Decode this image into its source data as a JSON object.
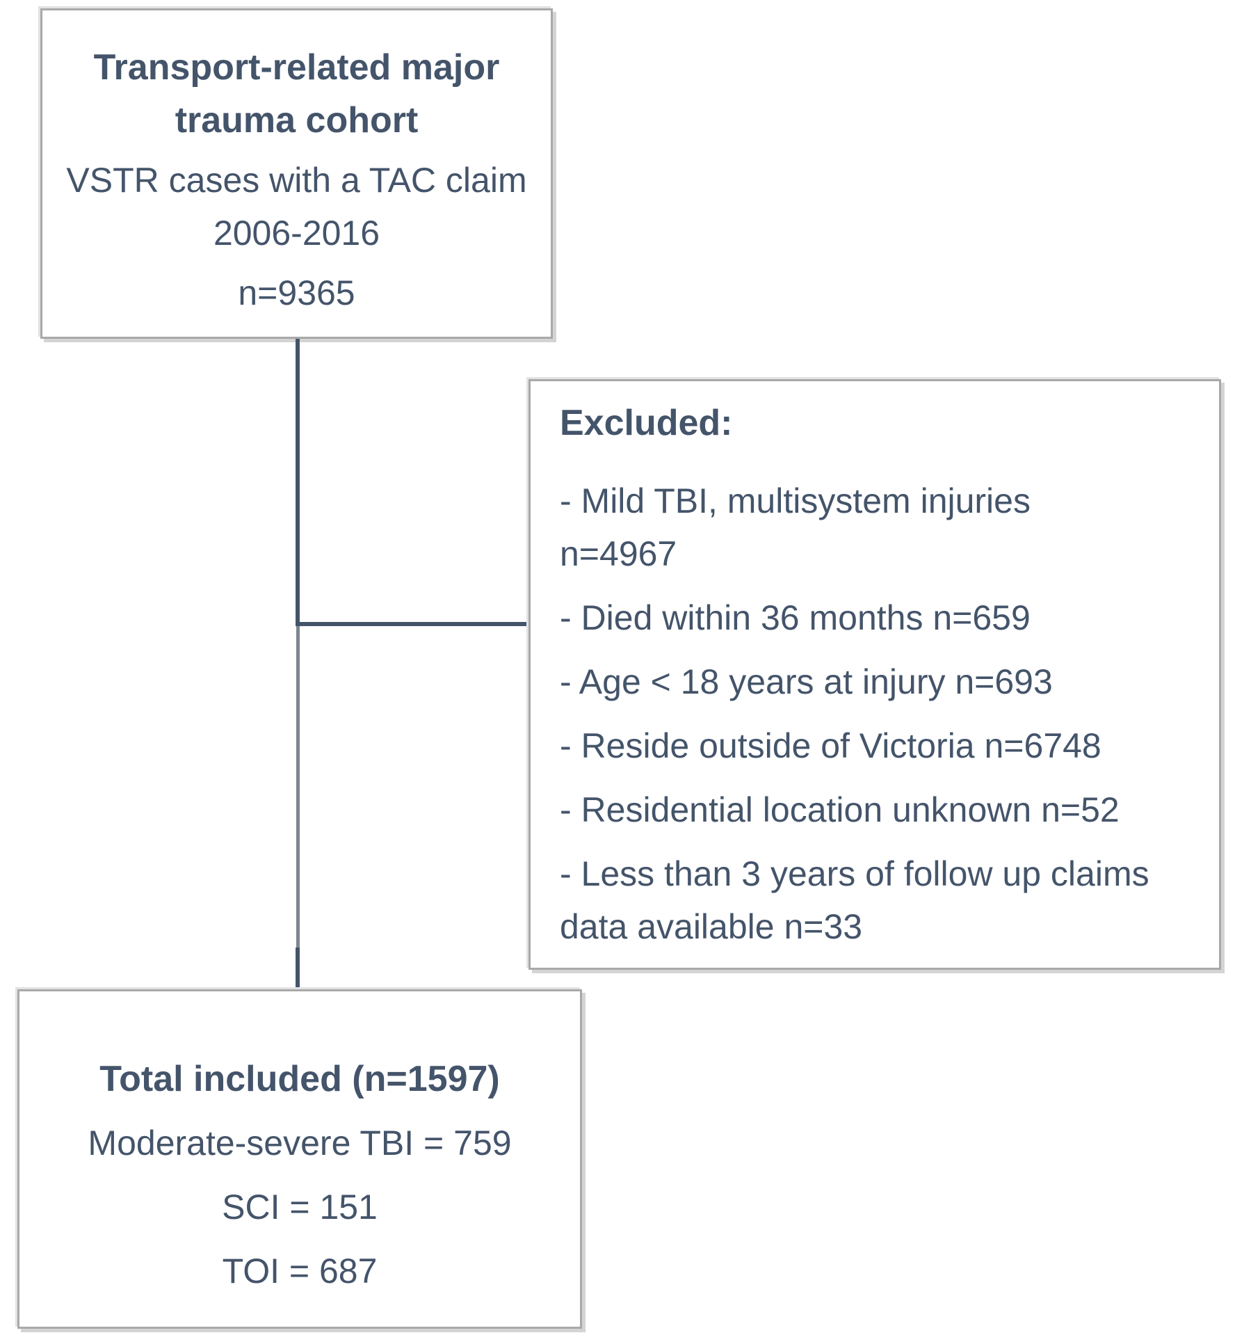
{
  "diagram": {
    "cohort_box": {
      "title_lines": [
        "Transport-related major",
        "trauma cohort"
      ],
      "subtitle_lines": [
        "VSTR cases with a TAC claim",
        "2006-2016"
      ],
      "n_label": "n=9365"
    },
    "excluded_box": {
      "header": "Excluded:",
      "items": [
        {
          "lines": [
            "- Mild TBI, multisystem injuries",
            "n=4967"
          ]
        },
        {
          "lines": [
            "- Died within 36 months n=659"
          ]
        },
        {
          "lines": [
            "- Age < 18 years at injury n=693"
          ]
        },
        {
          "lines": [
            "- Reside outside of Victoria n=6748"
          ]
        },
        {
          "lines": [
            "- Residential location unknown n=52"
          ]
        },
        {
          "lines": [
            "- Less than 3 years of follow up claims",
            "data available n=33"
          ]
        }
      ]
    },
    "included_box": {
      "title": "Total included (n=1597)",
      "lines": [
        "Moderate-severe TBI = 759",
        "SCI = 151",
        "TOI = 687"
      ]
    },
    "colors": {
      "text": "#44546A",
      "connector_dark": "#44546A",
      "connector_gray": "#7E868F",
      "box_border": "#A9A9A9"
    }
  }
}
